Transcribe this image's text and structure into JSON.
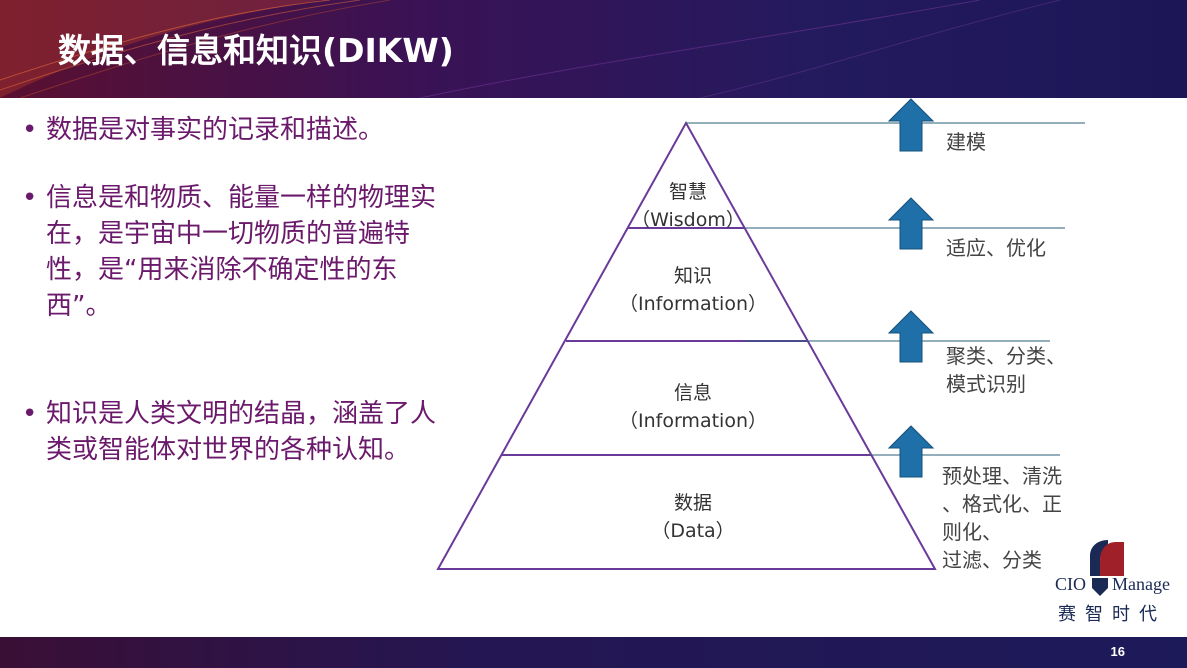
{
  "title": "数据、信息和知识(DIKW)",
  "page_number": "16",
  "bullets": [
    {
      "marker": "•",
      "text": "数据是对事实的记录和描述。"
    },
    {
      "marker": "•",
      "text": "信息是和物质、能量一样的物理实在，是宇宙中一切物质的普遍特性，是“用来消除不确定性的东西”。"
    },
    {
      "marker": "•",
      "text": "知识是人类文明的结晶，涵盖了人类或智能体对世界的各种认知。"
    }
  ],
  "pyramid": {
    "levels": [
      {
        "cn": "智慧",
        "en": "（Wisdom）"
      },
      {
        "cn": "知识",
        "en": "（Information）"
      },
      {
        "cn": "信息",
        "en": "（Information）"
      },
      {
        "cn": "数据",
        "en": "（Data）"
      }
    ],
    "processes": [
      {
        "lines": [
          "建模"
        ]
      },
      {
        "lines": [
          "适应、优化"
        ]
      },
      {
        "lines": [
          "聚类、分类、",
          "模式识别"
        ]
      },
      {
        "lines": [
          "预处理、清洗",
          "、格式化、正",
          "则化、",
          "过滤、分类"
        ]
      }
    ],
    "line_color": "#6a3a9a",
    "arrow_color": "#1f6fa8",
    "connector_color": "#2a5e7a"
  },
  "logo": {
    "left_text": "CIO",
    "right_text": "Manage",
    "cn_text": "赛智时代",
    "accent_color": "#a0202a"
  }
}
